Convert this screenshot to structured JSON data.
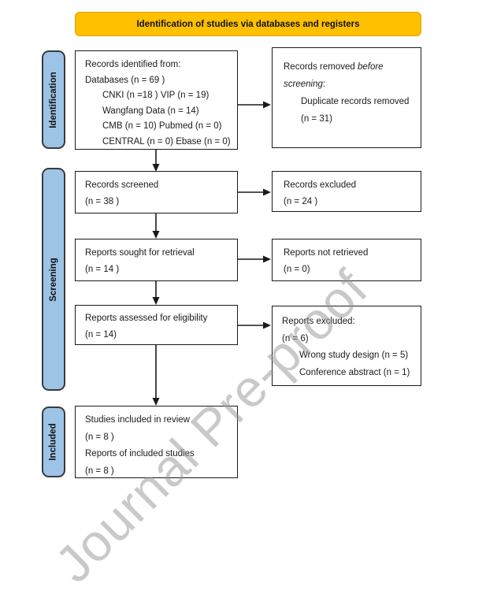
{
  "banner": {
    "title": "Identification of studies via databases and registers"
  },
  "stages": {
    "identification": "Identification",
    "screening": "Screening",
    "included": "Included"
  },
  "boxes": {
    "records_identified": {
      "line1": "Records identified from:",
      "line2": "Databases (n = 69 )",
      "line3": "CNKI (n =18 ) VIP (n = 19)",
      "line4": "Wangfang Data (n = 14)",
      "line5": "CMB (n = 10) Pubmed (n = 0)",
      "line6": "CENTRAL (n = 0) Ebase (n = 0)"
    },
    "records_removed": {
      "line1_prefix": "Records removed ",
      "line1_italic": "before screening",
      "line1_suffix": ":",
      "line2": "Duplicate records removed",
      "line3": "(n = 31)"
    },
    "records_screened": {
      "line1": "Records screened",
      "line2": "(n = 38 )"
    },
    "records_excluded": {
      "line1": "Records excluded",
      "line2": "(n = 24 )"
    },
    "reports_sought": {
      "line1": "Reports sought for retrieval",
      "line2": "(n = 14 )"
    },
    "reports_not_retrieved": {
      "line1": "Reports not retrieved",
      "line2": "(n = 0)"
    },
    "reports_assessed": {
      "line1": "Reports assessed for eligibility",
      "line2": "(n = 14)"
    },
    "reports_excluded": {
      "line1": "Reports excluded:",
      "line2": "(n = 6)",
      "line3": "Wrong study design (n = 5)",
      "line4": "Conference abstract (n = 1)"
    },
    "studies_included": {
      "line1": "Studies included in review",
      "line2": "(n = 8 )",
      "line3": "Reports of included studies",
      "line4": "(n = 8 )"
    }
  },
  "watermark": "Journal Pre-proof",
  "colors": {
    "banner_fill": "#FFC000",
    "banner_border": "#D9A400",
    "stage_fill": "#9DC3E6",
    "box_border": "#1A1A1A",
    "arrow": "#1A1A1A",
    "watermark_gray": "#C9C9C9"
  }
}
